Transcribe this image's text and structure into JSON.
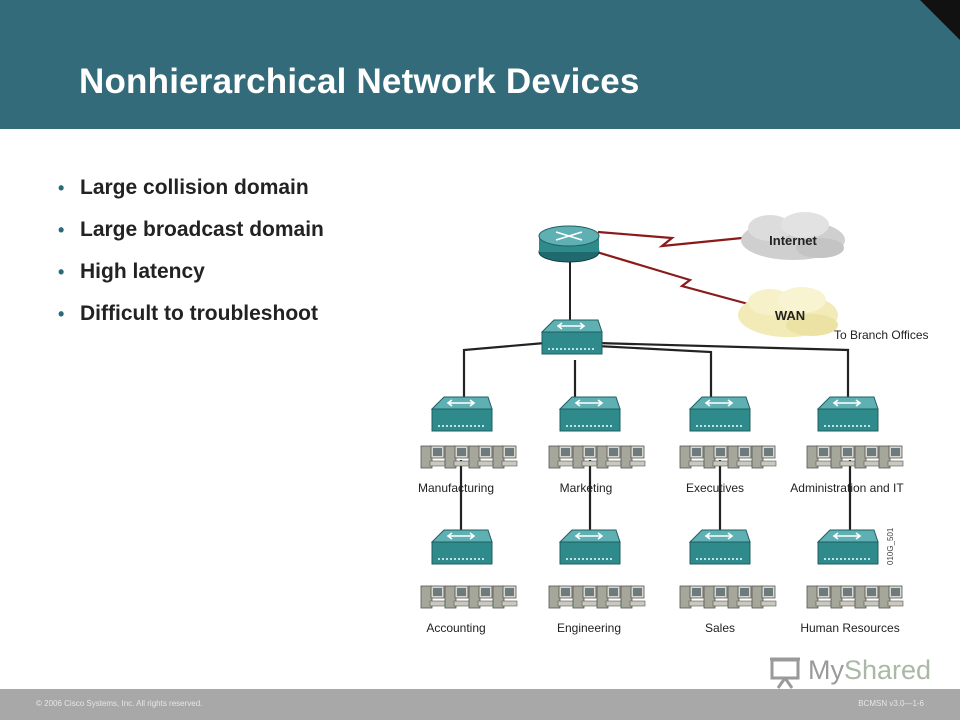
{
  "header": {
    "title": "Nonhierarchical Network Devices",
    "color": "#336b7a"
  },
  "bullets": [
    "Large collision domain",
    "Large broadcast domain",
    "High latency",
    "Difficult to troubleshoot"
  ],
  "diagram": {
    "clouds": {
      "internet": "Internet",
      "wan": "WAN"
    },
    "branch_label": "To Branch Offices",
    "groups_row1": [
      "Manufacturing",
      "Marketing",
      "Executives",
      "Administration and IT"
    ],
    "groups_row2": [
      "Accounting",
      "Engineering",
      "Sales",
      "Human Resources"
    ],
    "figure_id": "010G_501",
    "link_color": "#8b1a1a",
    "device_color": "#2f8a8c"
  },
  "footer": {
    "copyright": "© 2006 Cisco Systems, Inc. All rights reserved.",
    "slide": "BCMSN v3.0—1-6"
  },
  "logo": {
    "text_a": "My",
    "text_b": "Shared"
  }
}
